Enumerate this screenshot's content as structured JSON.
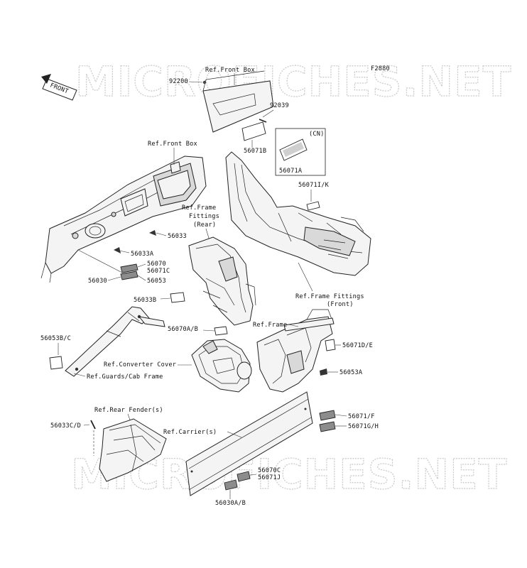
{
  "diagram_code": "F2880",
  "front_arrow": "FRONT",
  "watermarks": [
    "MICROFICHES.NET",
    "MICROFICHES.NET"
  ],
  "labels": {
    "ref_front_box_top": "Ref.Front Box",
    "p92200": "92200",
    "p92039": "92039",
    "cn": "(CN)",
    "p56071B": "56071B",
    "p56071A": "56071A",
    "ref_front_box_left": "Ref.Front Box",
    "p56071IK": "56071I/K",
    "ref_frame_fittings_rear_1": "Ref.Frame",
    "ref_frame_fittings_rear_2": "Fittings",
    "ref_frame_fittings_rear_3": "(Rear)",
    "p56033": "56033",
    "p56033A": "56033A",
    "p56070": "56070",
    "p56071C": "56071C",
    "p56030": "56030",
    "p56053": "56053",
    "p56033B": "56033B",
    "ref_frame_fittings_front_1": "Ref.Frame Fittings",
    "ref_frame_fittings_front_2": "(Front)",
    "p56070AB": "56070A/B",
    "ref_frame": "Ref.Frame",
    "p56053BC": "56053B/C",
    "p56071DE": "56071D/E",
    "ref_converter_cover": "Ref.Converter Cover",
    "ref_guards_cab_frame": "Ref.Guards/Cab Frame",
    "p56053A": "56053A",
    "ref_rear_fender": "Ref.Rear Fender(s)",
    "p56033CD": "56033C/D",
    "ref_carrier": "Ref.Carrier(s)",
    "p56071F": "56071/F",
    "p56071GH": "56071G/H",
    "p56070C": "56070C",
    "p56071J": "56071J",
    "p56030AB": "56030A/B"
  }
}
